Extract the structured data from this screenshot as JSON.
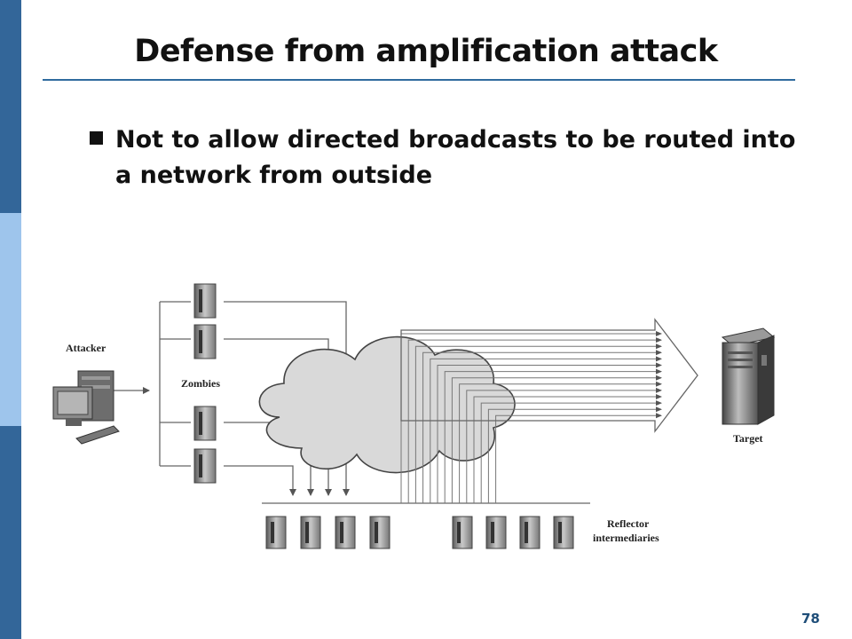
{
  "slide": {
    "title": "Defense from amplification attack",
    "bullet": "Not to allow directed broadcasts to be routed into a network from outside",
    "page_number": "78"
  },
  "diagram": {
    "labels": {
      "attacker": "Attacker",
      "zombies": "Zombies",
      "target": "Target",
      "reflector_line1": "Reflector",
      "reflector_line2": "intermediaries"
    }
  },
  "colors": {
    "sidebar_dark": "#336699",
    "sidebar_light": "#9ec5ec",
    "title_rule": "#2f6b9e",
    "page_number": "#1f4e79"
  }
}
